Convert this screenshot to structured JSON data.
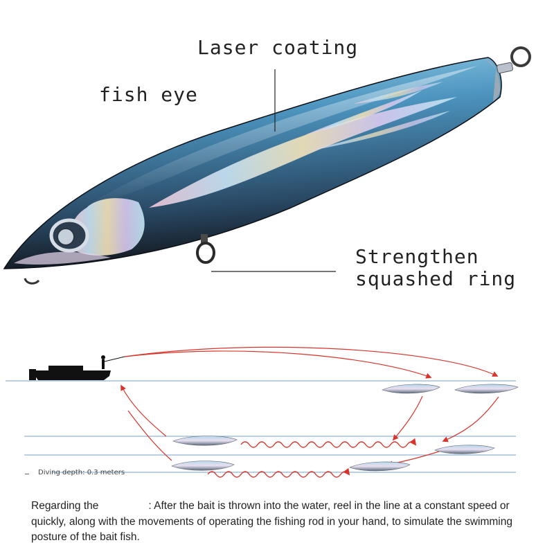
{
  "callouts": {
    "laser_coating": "Laser coating",
    "fish_eye": "fish eye",
    "ring_line1": "Strengthen",
    "ring_line2": "squashed ring"
  },
  "diagram": {
    "depth_label": "Diving depth: 0.3 meters"
  },
  "description": {
    "lead": "Regarding the",
    "body": ": After the bait is thrown into the water, reel in the line at a constant speed or quickly, along with the movements of operating the fishing rod in your hand, to simulate the swimming posture of the bait fish."
  },
  "colors": {
    "lure_blue": "#4f8fb5",
    "lure_dark": "#1e2a38",
    "water_line": "#8fb3d6",
    "arrow_red": "#d9342b"
  }
}
